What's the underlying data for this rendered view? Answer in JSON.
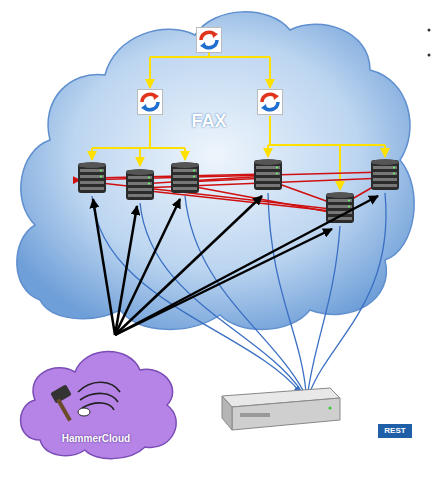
{
  "diagram": {
    "nodes": [
      {
        "text": [
          "FAX"
        ]
      },
      {
        "text": [
          "HammerCloud"
        ]
      },
      {
        "text": [
          "REST"
        ]
      }
    ]
  }
}
